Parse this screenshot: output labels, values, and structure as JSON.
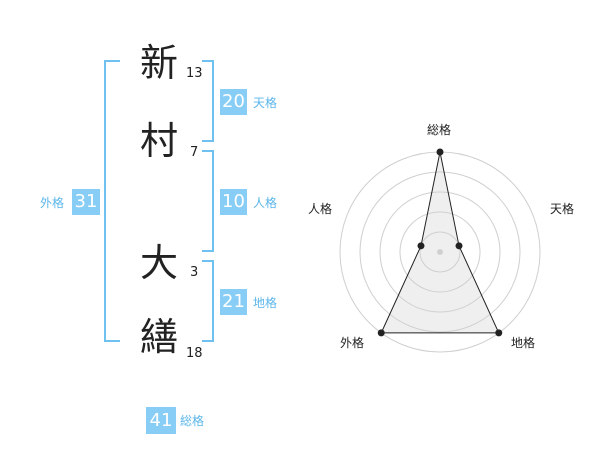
{
  "name": {
    "chars": [
      {
        "char": "新",
        "strokes": "13"
      },
      {
        "char": "村",
        "strokes": "7"
      },
      {
        "char": "大",
        "strokes": "3"
      },
      {
        "char": "繕",
        "strokes": "18"
      }
    ]
  },
  "fortunes": {
    "tenkaku": {
      "value": "20",
      "label": "天格"
    },
    "jinkaku": {
      "value": "10",
      "label": "人格"
    },
    "chikaku": {
      "value": "21",
      "label": "地格"
    },
    "gaikaku": {
      "value": "31",
      "label": "外格"
    },
    "soukaku": {
      "value": "41",
      "label": "総格"
    }
  },
  "colors": {
    "accent": "#87cdf5",
    "bracket": "#6fc2f0",
    "label": "#5bb6ea",
    "text": "#222222"
  },
  "radar": {
    "axes": [
      "総格",
      "天格",
      "地格",
      "外格",
      "人格"
    ],
    "rings": 5,
    "values": [
      5,
      1,
      5,
      5,
      1
    ],
    "max": 5
  }
}
